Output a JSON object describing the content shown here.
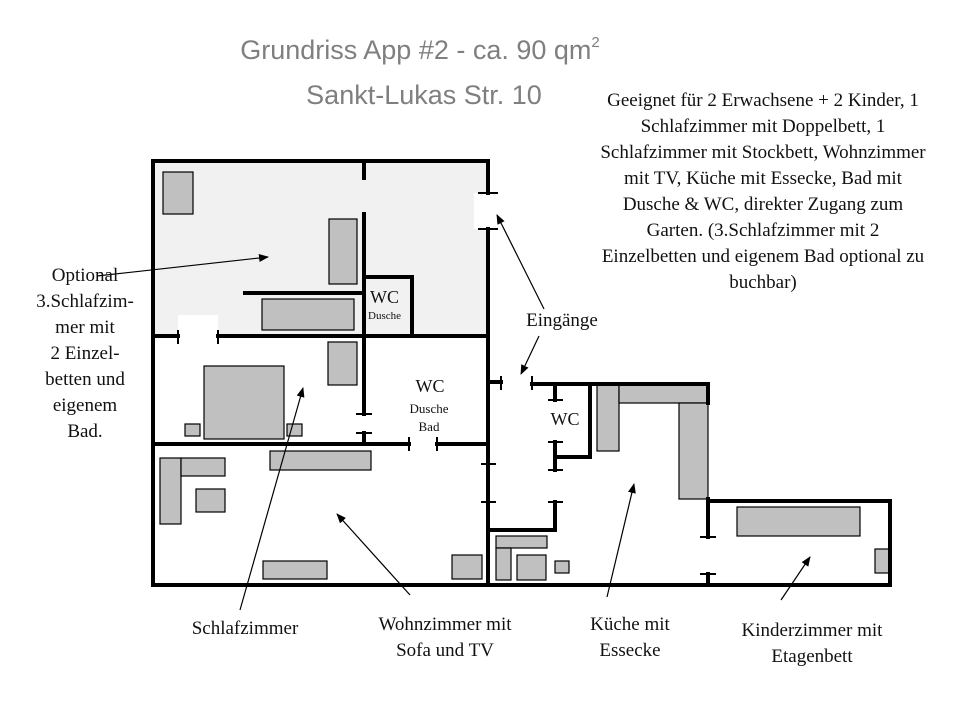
{
  "header": {
    "title_main": "Grundriss App #2 - ca. 90 qm",
    "title_sup": "2",
    "subtitle": "Sankt-Lukas Str. 10"
  },
  "description": "Geeignet für 2 Erwachsene + 2 Kinder, 1 Schlafzimmer mit Doppelbett, 1 Schlafzimmer mit Stockbett, Wohnzimmer mit TV, Küche mit Essecke, Bad mit Dusche & WC, direkter Zugang zum Garten. (3.Schlafzimmer mit 2 Einzelbetten und eigenem Bad optional zu buchbar)",
  "plan_labels": {
    "wc_upper": "WC",
    "dusche_upper": "Dusche",
    "wc_bath": "WC",
    "dusche_bath": "Dusche",
    "bad_bath": "Bad",
    "wc_small": "WC"
  },
  "callouts": {
    "optional_room": [
      "Optional",
      "3.Schlafzim-",
      "mer mit",
      "2 Einzel-",
      "betten und",
      "eigenem",
      "Bad."
    ],
    "entrances": "Eingänge",
    "bedroom": "Schlafzimmer",
    "living": [
      "Wohnzimmer mit",
      "Sofa und TV"
    ],
    "kitchen": [
      "Küche mit",
      "Essecke"
    ],
    "kids": [
      "Kinderzimmer mit",
      "Etagenbett"
    ]
  },
  "colors": {
    "wall": "#000000",
    "furniture": "#c0c0c0",
    "optional_area": "#f1f1f1",
    "title": "#7f7f7f"
  }
}
